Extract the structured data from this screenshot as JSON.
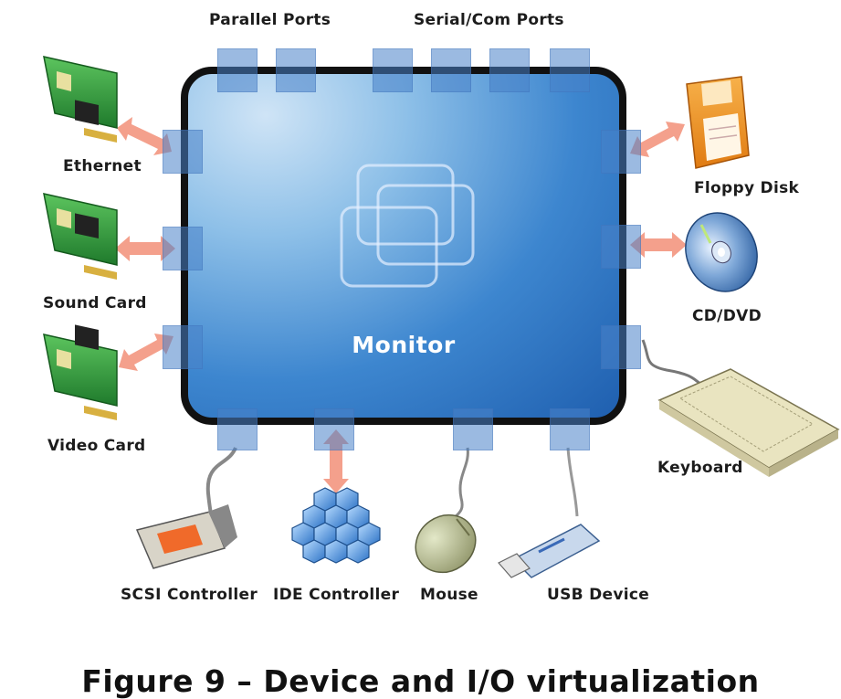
{
  "center": {
    "label": "Monitor"
  },
  "top_labels": {
    "parallel": "Parallel Ports",
    "serial": "Serial/Com Ports"
  },
  "devices": {
    "ethernet": "Ethernet",
    "sound_card": "Sound Card",
    "video_card": "Video Card",
    "floppy": "Floppy Disk",
    "cd_dvd": "CD/DVD",
    "keyboard": "Keyboard",
    "scsi": "SCSI Controller",
    "ide": "IDE Controller",
    "mouse": "Mouse",
    "usb": "USB Device"
  },
  "caption": "Figure 9 – Device and I/O virtualization",
  "colors": {
    "arrow": "#f4a08c",
    "port": "#4882c8",
    "monitor_dark": "#1f5faf",
    "monitor_light": "#cfe4f6",
    "card_green": "#2e9a3a"
  }
}
